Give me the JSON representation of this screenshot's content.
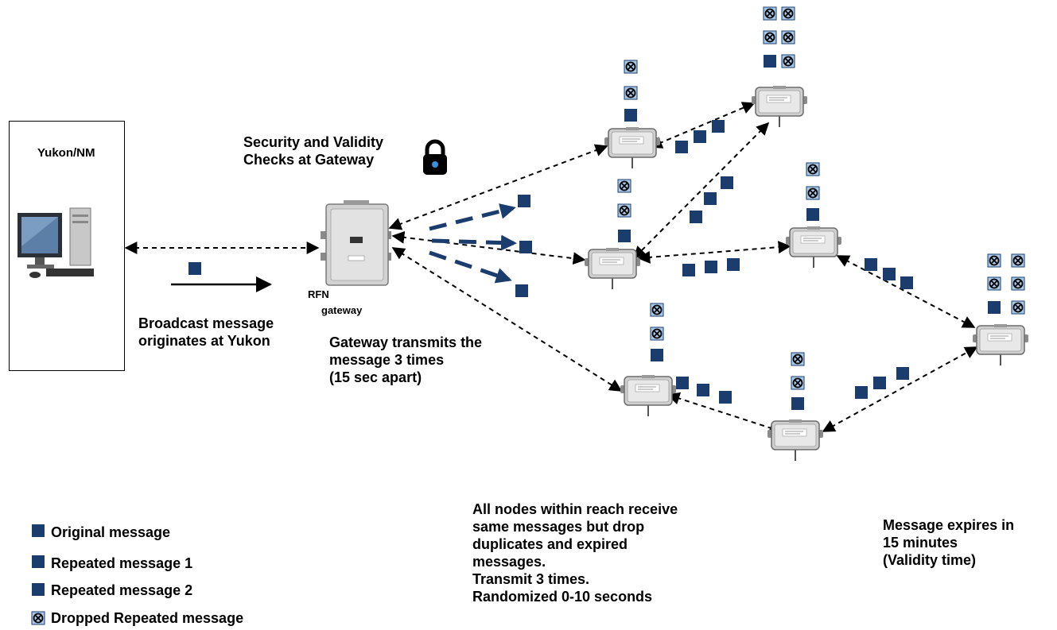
{
  "headend": {
    "title": "Yukon/NM"
  },
  "gateway": {
    "label_line1": "RFN",
    "label_line2": "gateway"
  },
  "security": {
    "text": "Security and Validity\nChecks at Gateway"
  },
  "broadcast": {
    "text": "Broadcast message\noriginates at Yukon"
  },
  "gateway_tx": {
    "text": "Gateway transmits the\nmessage 3 times\n(15 sec apart)"
  },
  "nodes_note": {
    "text": "All nodes within reach receive\nsame messages but drop\nduplicates and expired\nmessages.\nTransmit 3 times.\nRandomized 0-10 seconds"
  },
  "expiry_note": {
    "text": "Message expires in\n15 minutes\n(Validity time)"
  },
  "legend": {
    "original": "Original message",
    "repeated1": "Repeated message 1",
    "repeated2": "Repeated message 2",
    "dropped": "Dropped Repeated message"
  },
  "colors": {
    "message_square": "#1a3d6e",
    "dropped_fill": "#a9c9e8",
    "arrow": "#000000",
    "gateway_arrow": "#1a3d6e"
  },
  "icons": {
    "message": "square",
    "dropped": "circle-x-icon",
    "lock": "lock-icon",
    "computer": "desktop-computer-icon",
    "node": "meter-node-icon"
  }
}
